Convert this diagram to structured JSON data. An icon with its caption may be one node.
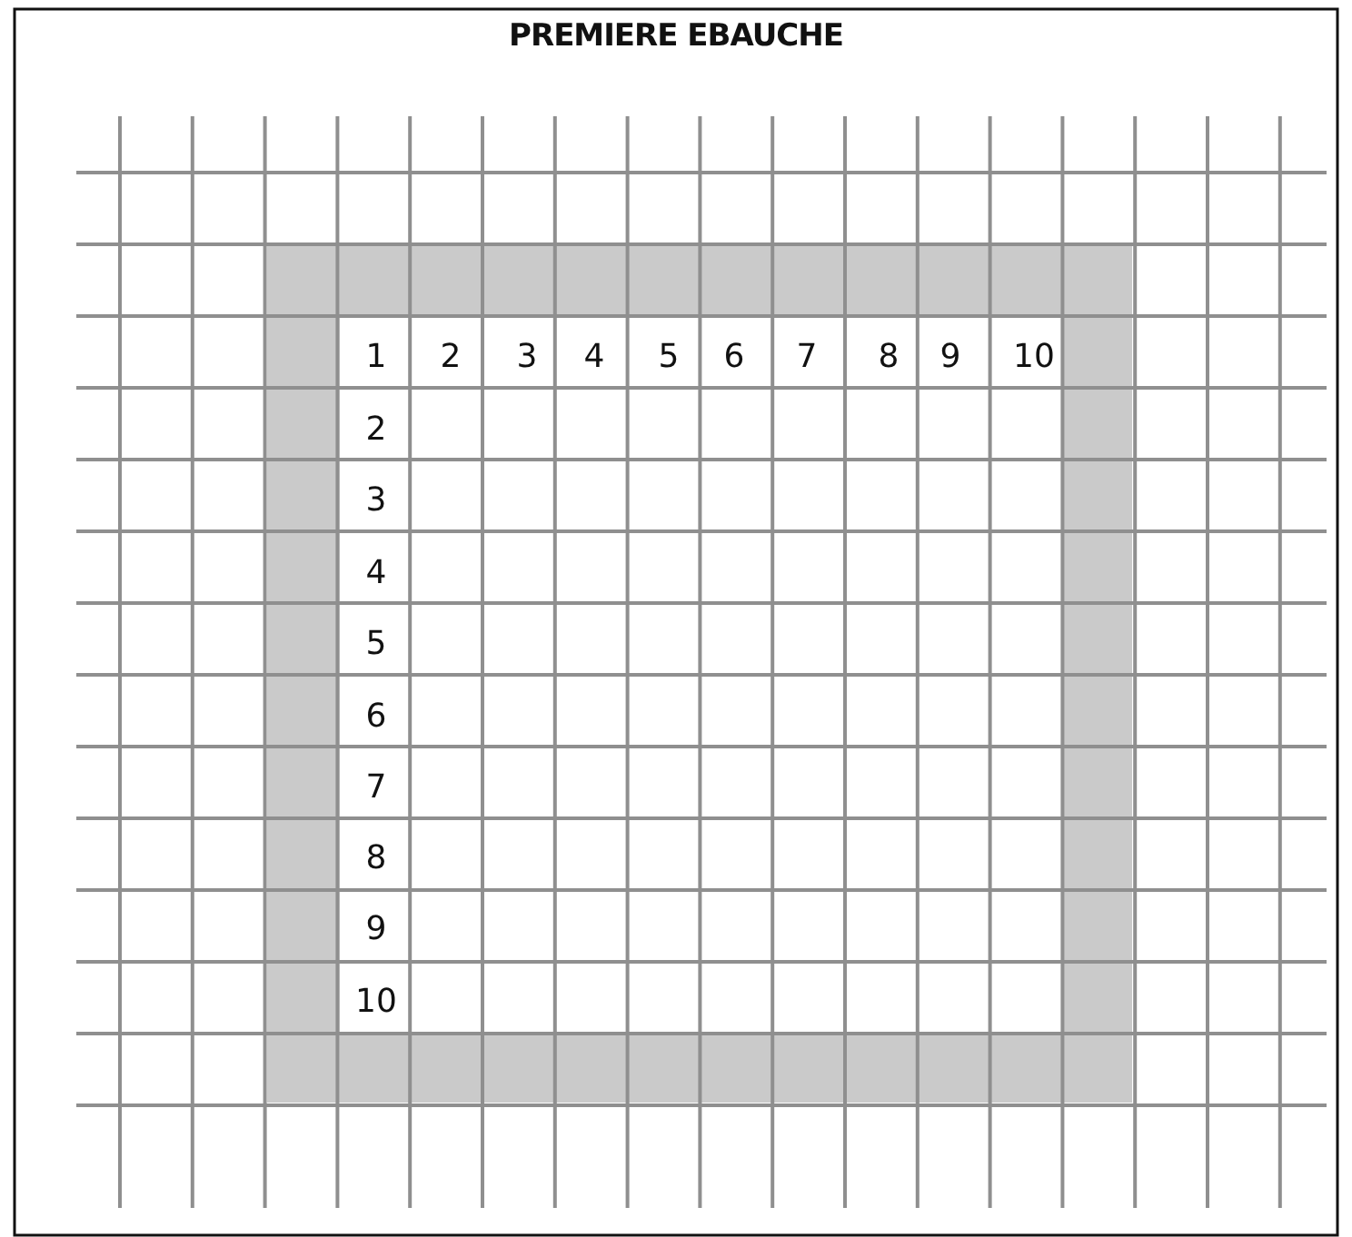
{
  "diagram": {
    "title": "PREMIERE EBAUCHE",
    "labels": [
      "1",
      "2",
      "3",
      "4",
      "5",
      "6",
      "7",
      "8",
      "9",
      "10",
      "2",
      "3",
      "4",
      "5",
      "6",
      "7",
      "8",
      "9",
      "10"
    ]
  }
}
